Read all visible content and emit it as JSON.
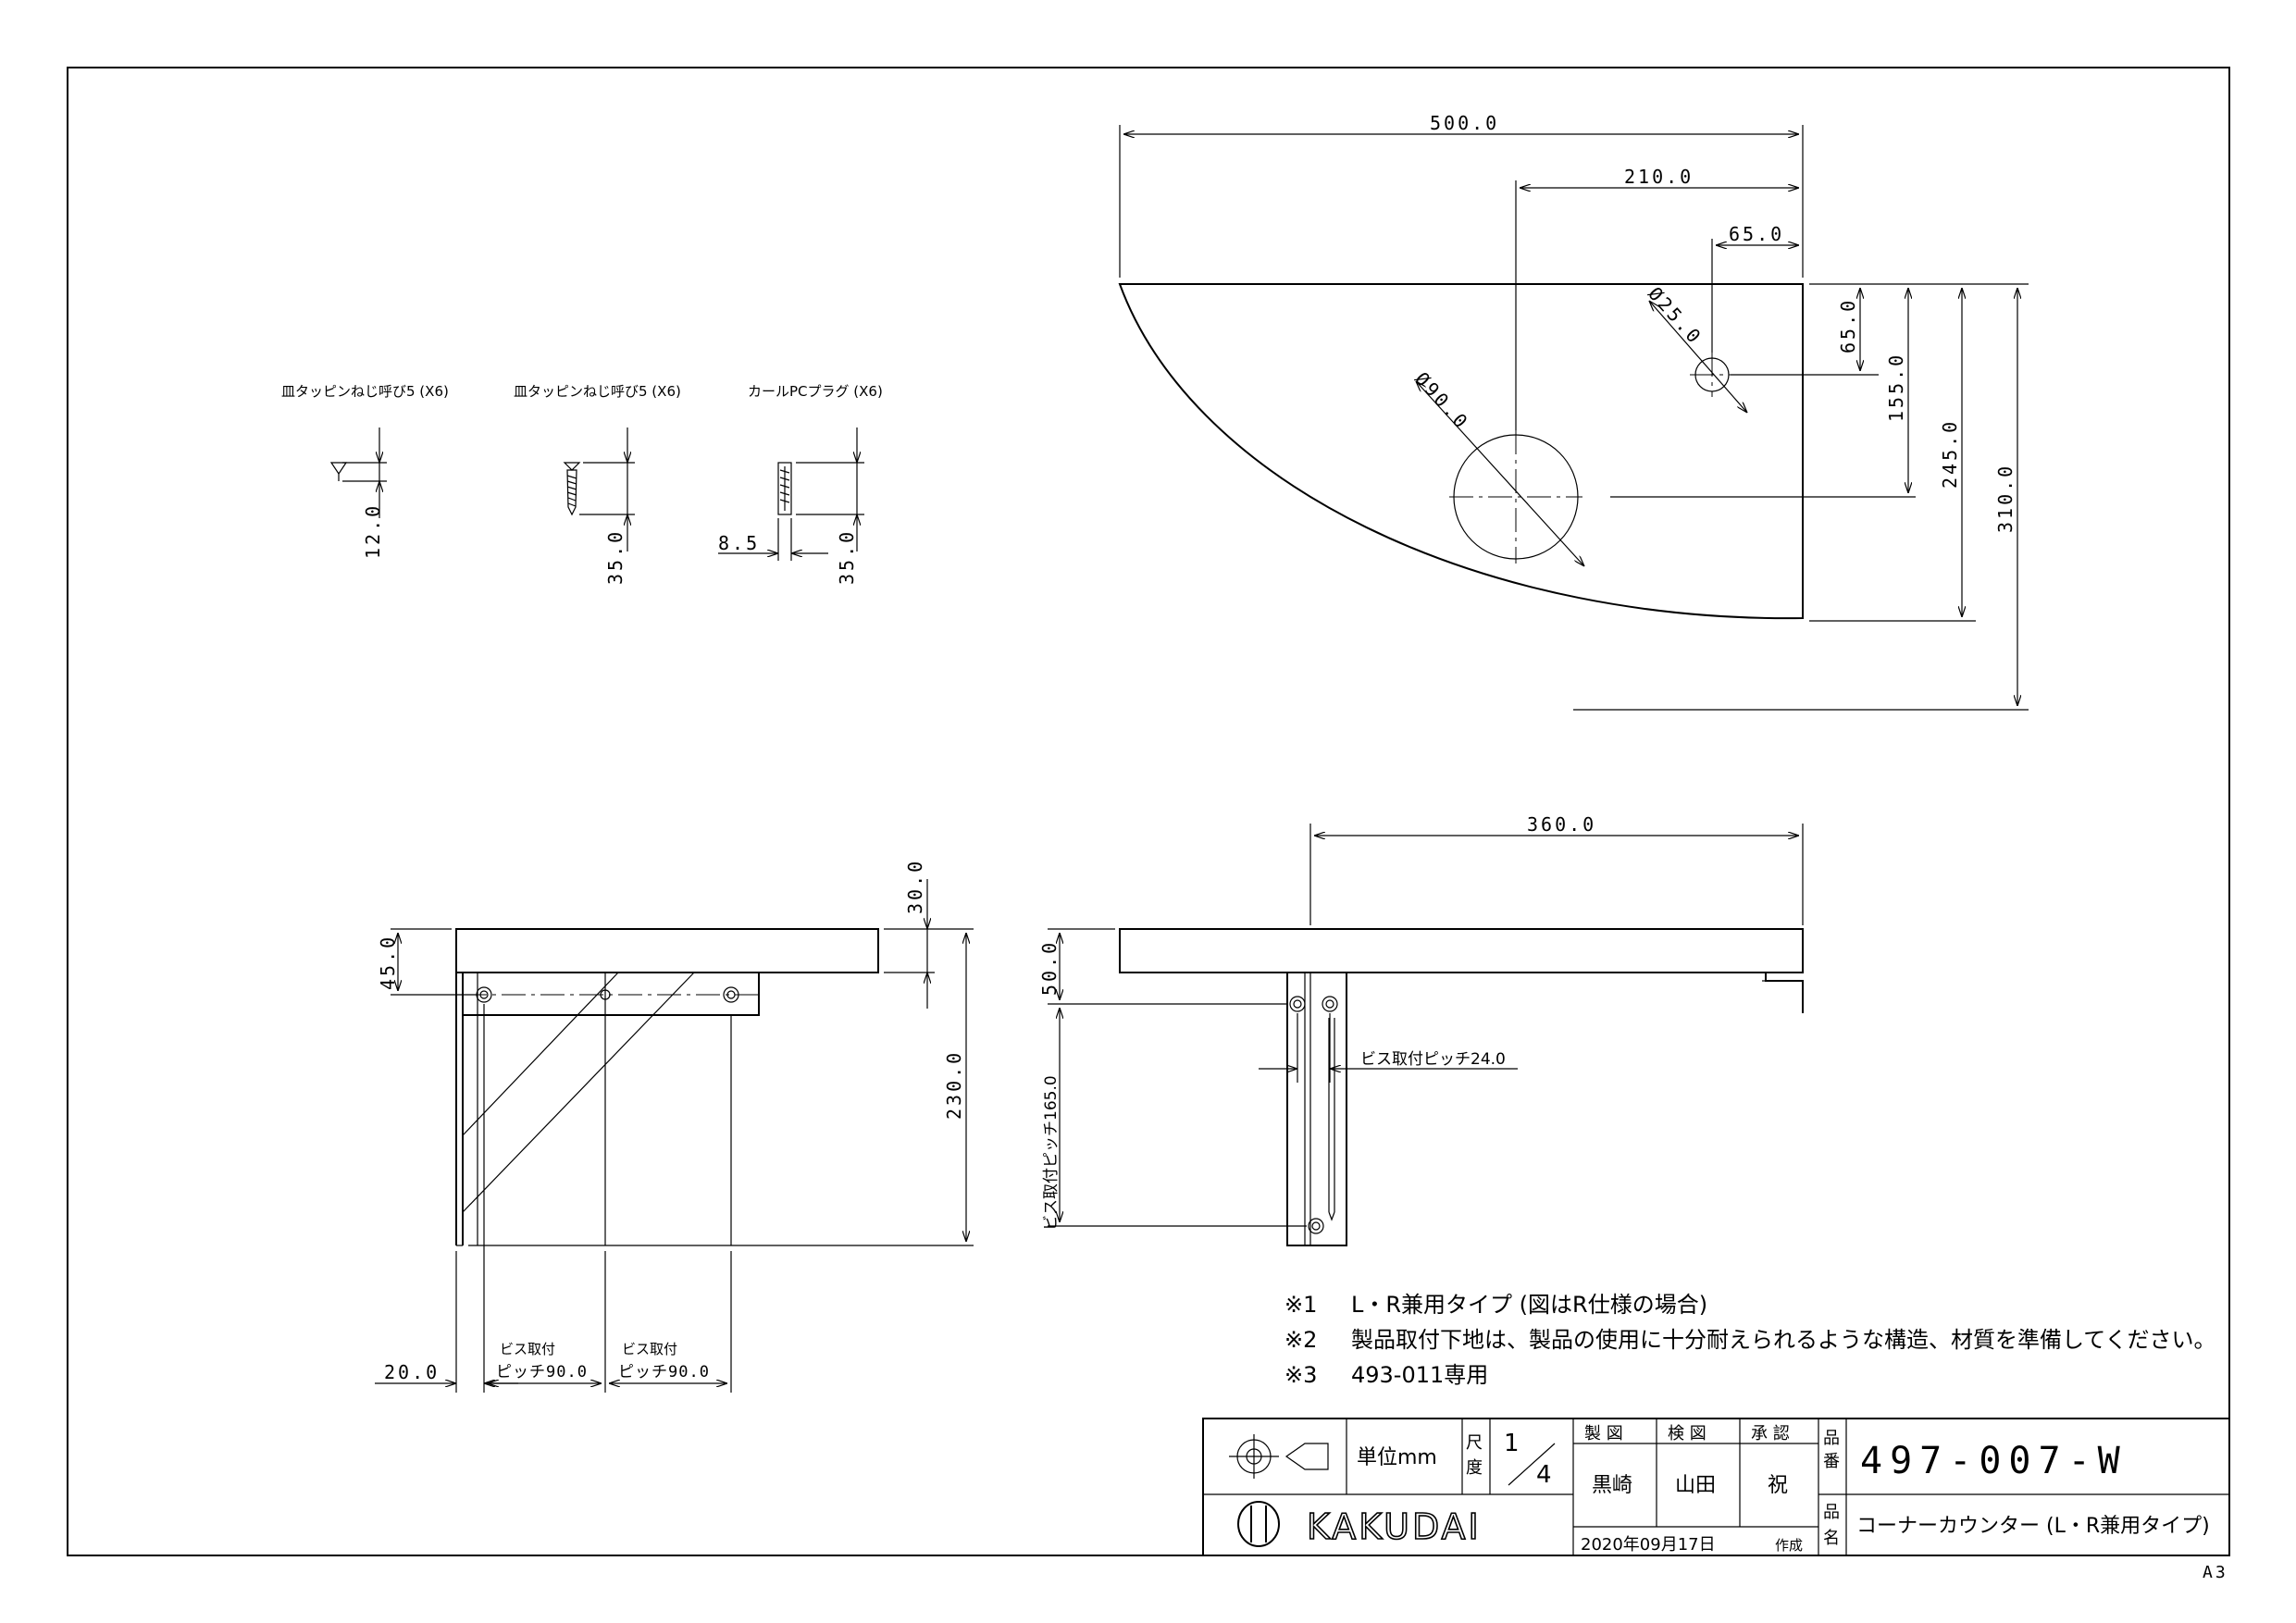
{
  "sheet_size": "A3",
  "parts": [
    {
      "name": "皿タッピンねじ呼び5 (X6)",
      "length": "12.0"
    },
    {
      "name": "皿タッピンねじ呼び5 (X6)",
      "length": "35.0"
    },
    {
      "name": "カールPCプラグ (X6)",
      "length": "35.0",
      "diameter": "8.5"
    }
  ],
  "top_view": {
    "width_total": "500.0",
    "to_large_hole": "210.0",
    "to_small_hole": "65.0",
    "small_hole_dia": "Ø25.0",
    "large_hole_dia": "Ø90.0",
    "small_hole_y": "65.0",
    "large_hole_y": "155.0",
    "straight_edge": "245.0",
    "depth_total": "310.0"
  },
  "front_view": {
    "top_thickness": "30.0",
    "bracket_offset": "45.0",
    "height_total": "230.0",
    "left_offset": "20.0",
    "pitch_label": "ビス取付",
    "pitch_a": "ピッチ90.0",
    "pitch_b": "ピッチ90.0"
  },
  "side_view": {
    "depth": "360.0",
    "top_offset": "50.0",
    "vertical_pitch": "ビス取付ピッチ165.0",
    "horizontal_pitch": "ビス取付ピッチ24.0"
  },
  "notes": [
    {
      "mark": "※1",
      "text": "L・R兼用タイプ (図はR仕様の場合)"
    },
    {
      "mark": "※2",
      "text": "製品取付下地は、製品の使用に十分耐えられるような構造、材質を準備してください。"
    },
    {
      "mark": "※3",
      "text": "493-011専用"
    }
  ],
  "title_block": {
    "unit": "単位mm",
    "scale_label_1": "尺",
    "scale_label_2": "度",
    "scale_num": "1",
    "scale_den": "4",
    "drawn_label": "製 図",
    "checked_label": "検 図",
    "approved_label": "承 認",
    "drawn_by": "黒崎",
    "checked_by": "山田",
    "approved_by": "祝",
    "date": "2020年09月17日",
    "date_suffix": "作成",
    "part_no_label_1": "品",
    "part_no_label_2": "番",
    "part_no": "497-007-W",
    "part_name_label_1": "品",
    "part_name_label_2": "名",
    "part_name": "コーナーカウンター (L・R兼用タイプ)",
    "brand": "KAKUDAI"
  }
}
